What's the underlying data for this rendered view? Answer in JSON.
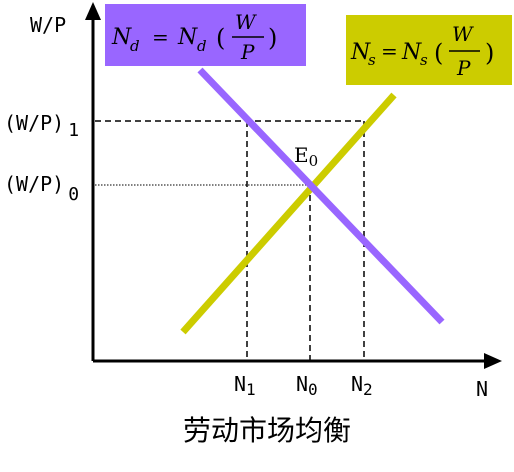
{
  "axes": {
    "y_label": "W/P",
    "x_label": "N"
  },
  "y_ticks": [
    {
      "base": "(W/P)",
      "sub": "1"
    },
    {
      "base": "(W/P)",
      "sub": "0"
    }
  ],
  "x_ticks": [
    {
      "base": "N",
      "sub": "1"
    },
    {
      "base": "N",
      "sub": "0"
    },
    {
      "base": "N",
      "sub": "2"
    }
  ],
  "equilibrium": {
    "base": "E",
    "sub": "0"
  },
  "demand_box": {
    "lhs": "N",
    "lhs_sub": "d",
    "eq": "=",
    "rhs": "N",
    "rhs_sub": "d",
    "num": "W",
    "den": "P",
    "open": "(",
    "close": ")"
  },
  "supply_box": {
    "lhs": "N",
    "lhs_sub": "s",
    "eq": "=",
    "rhs": "N",
    "rhs_sub": "s",
    "num": "W",
    "den": "P",
    "open": "(",
    "close": ")"
  },
  "caption": "劳动市场均衡",
  "colors": {
    "demand": "#9966ff",
    "supply": "#cccc00",
    "demand_box": "#9966ff",
    "supply_box": "#cccc00",
    "axis": "#000000"
  }
}
